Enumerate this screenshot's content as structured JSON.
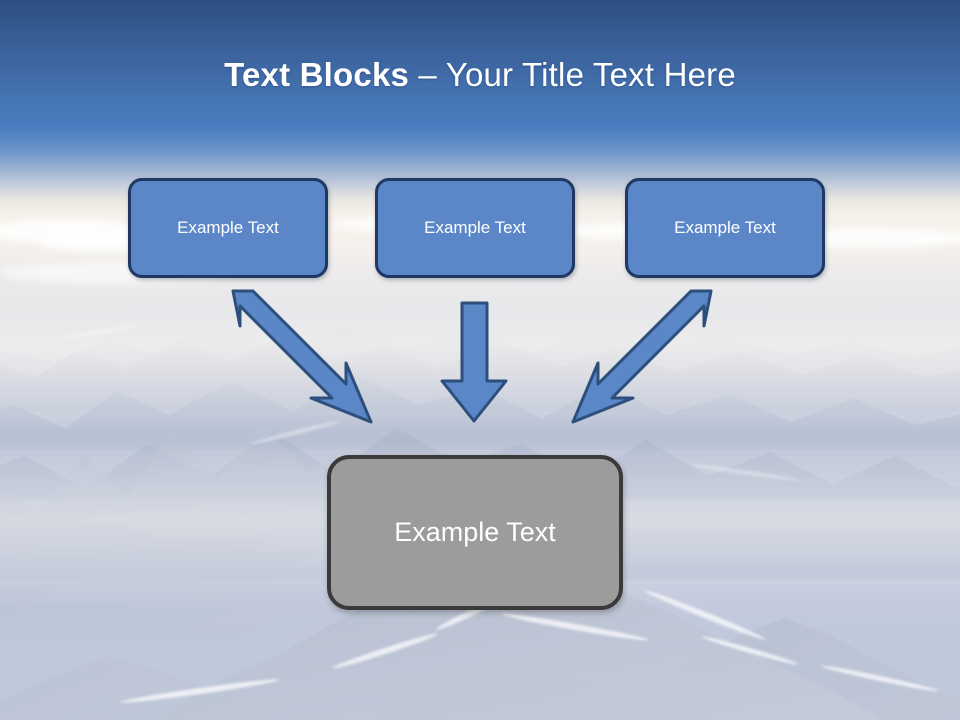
{
  "slide": {
    "title": {
      "bold_part": "Text Blocks",
      "separator": " – ",
      "light_part": "Your Title Text Here",
      "full": "Text Blocks – Your Title Text Here",
      "color": "#ffffff"
    },
    "background": {
      "description": "aerial photo of hazy snow-covered mountain range under blue sky",
      "sky_top_color": "#2c4f83",
      "sky_mid_color": "#4b7cc0",
      "haze_color": "#f4f0e9",
      "mountain_color": "#c0c8dc"
    },
    "top_blocks": [
      {
        "label": "Example Text",
        "fill": "#5b87c8",
        "border": "#1f3864",
        "text_color": "#ffffff"
      },
      {
        "label": "Example Text",
        "fill": "#5b87c8",
        "border": "#1f3864",
        "text_color": "#ffffff"
      },
      {
        "label": "Example Text",
        "fill": "#5b87c8",
        "border": "#1f3864",
        "text_color": "#ffffff"
      }
    ],
    "result_block": {
      "label": "Example Text",
      "fill": "#9c9c9c",
      "border": "#3a3a3a",
      "text_color": "#ffffff"
    },
    "arrows": [
      {
        "name": "arrow-left-diagonal",
        "direction": "down-right",
        "fill": "#5b87c8",
        "border": "#2c4f7c"
      },
      {
        "name": "arrow-middle-vertical",
        "direction": "down",
        "fill": "#5b87c8",
        "border": "#2c4f7c"
      },
      {
        "name": "arrow-right-diagonal",
        "direction": "down-left",
        "fill": "#5b87c8",
        "border": "#2c4f7c"
      }
    ]
  }
}
